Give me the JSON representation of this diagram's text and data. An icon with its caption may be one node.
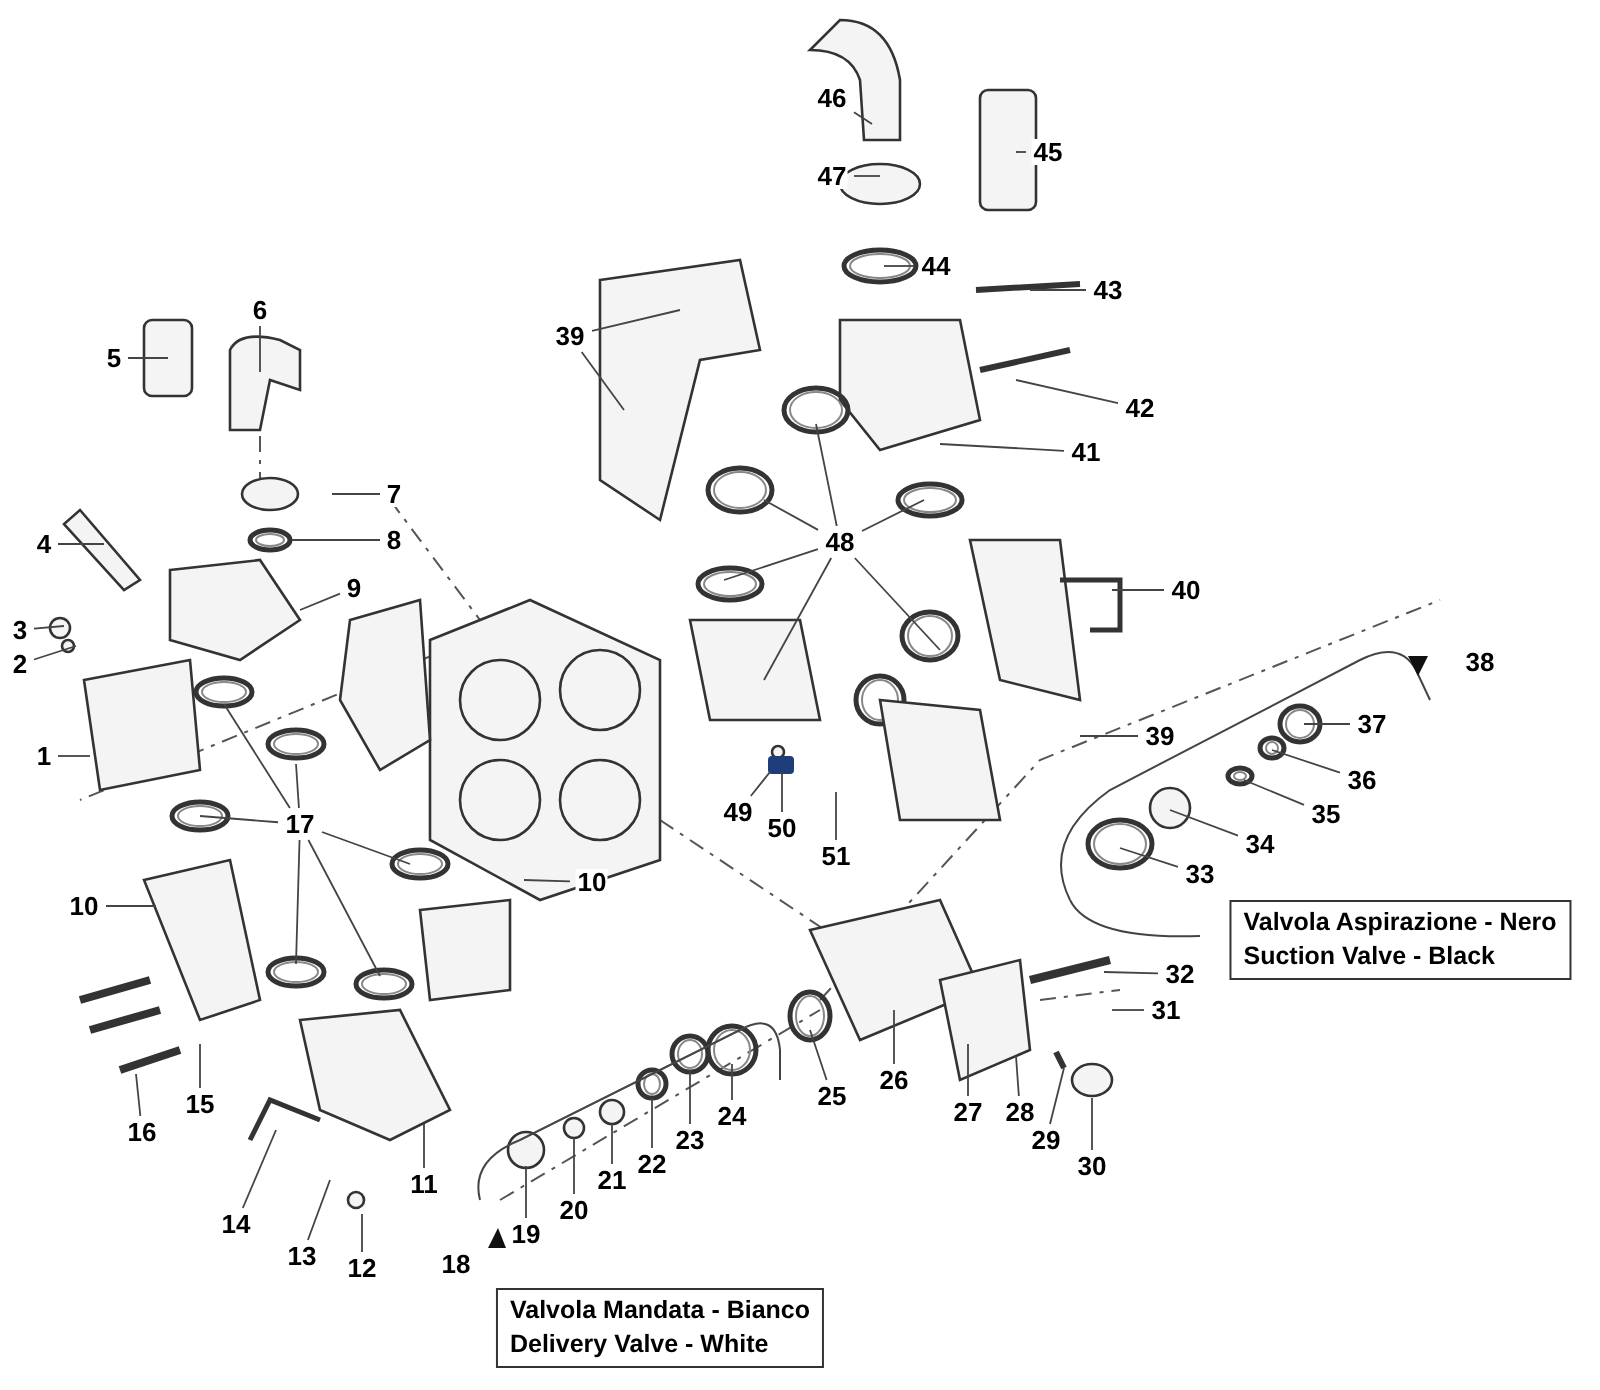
{
  "diagram": {
    "nodes": [
      {
        "text": [
          "1"
        ]
      },
      {
        "text": [
          "2"
        ]
      },
      {
        "text": [
          "3"
        ]
      },
      {
        "text": [
          "4"
        ]
      },
      {
        "text": [
          "5"
        ]
      },
      {
        "text": [
          "6"
        ]
      },
      {
        "text": [
          "7"
        ]
      },
      {
        "text": [
          "8"
        ]
      },
      {
        "text": [
          "9"
        ]
      },
      {
        "text": [
          "10"
        ]
      },
      {
        "text": [
          "10"
        ]
      },
      {
        "text": [
          "11"
        ]
      },
      {
        "text": [
          "12"
        ]
      },
      {
        "text": [
          "13"
        ]
      },
      {
        "text": [
          "14"
        ]
      },
      {
        "text": [
          "15"
        ]
      },
      {
        "text": [
          "16"
        ]
      },
      {
        "text": [
          "17"
        ]
      },
      {
        "text": [
          "18"
        ]
      },
      {
        "text": [
          "19"
        ]
      },
      {
        "text": [
          "20"
        ]
      },
      {
        "text": [
          "21"
        ]
      },
      {
        "text": [
          "22"
        ]
      },
      {
        "text": [
          "23"
        ]
      },
      {
        "text": [
          "24"
        ]
      },
      {
        "text": [
          "25"
        ]
      },
      {
        "text": [
          "26"
        ]
      },
      {
        "text": [
          "27"
        ]
      },
      {
        "text": [
          "28"
        ]
      },
      {
        "text": [
          "29"
        ]
      },
      {
        "text": [
          "30"
        ]
      },
      {
        "text": [
          "31"
        ]
      },
      {
        "text": [
          "32"
        ]
      },
      {
        "text": [
          "33"
        ]
      },
      {
        "text": [
          "34"
        ]
      },
      {
        "text": [
          "35"
        ]
      },
      {
        "text": [
          "36"
        ]
      },
      {
        "text": [
          "37"
        ]
      },
      {
        "text": [
          "38"
        ]
      },
      {
        "text": [
          "39"
        ]
      },
      {
        "text": [
          "39"
        ]
      },
      {
        "text": [
          "40"
        ]
      },
      {
        "text": [
          "41"
        ]
      },
      {
        "text": [
          "42"
        ]
      },
      {
        "text": [
          "43"
        ]
      },
      {
        "text": [
          "44"
        ]
      },
      {
        "text": [
          "45"
        ]
      },
      {
        "text": [
          "46"
        ]
      },
      {
        "text": [
          "47"
        ]
      },
      {
        "text": [
          "48"
        ]
      },
      {
        "text": [
          "49"
        ]
      },
      {
        "text": [
          "50"
        ]
      },
      {
        "text": [
          "51"
        ]
      },
      {
        "text": [
          "Valvola Aspirazione - Nero",
          "Suction Valve - Black"
        ]
      },
      {
        "text": [
          "Valvola Mandata - Bianco",
          "Delivery Valve - White"
        ]
      }
    ],
    "edges": [
      {
        "from": 0,
        "to": null,
        "arrow": "none"
      },
      {
        "from": 1,
        "to": null,
        "arrow": "none"
      },
      {
        "from": 2,
        "to": null,
        "arrow": "none"
      },
      {
        "from": 3,
        "to": null,
        "arrow": "none"
      },
      {
        "from": 4,
        "to": null,
        "arrow": "none"
      },
      {
        "from": 5,
        "to": null,
        "arrow": "none"
      },
      {
        "from": 6,
        "to": null,
        "arrow": "none"
      },
      {
        "from": 7,
        "to": null,
        "arrow": "none"
      },
      {
        "from": 8,
        "to": null,
        "arrow": "none"
      },
      {
        "from": 9,
        "to": null,
        "arrow": "none"
      },
      {
        "from": 10,
        "to": null,
        "arrow": "none"
      },
      {
        "from": 11,
        "to": null,
        "arrow": "none"
      },
      {
        "from": 12,
        "to": null,
        "arrow": "none"
      },
      {
        "from": 13,
        "to": null,
        "arrow": "none"
      },
      {
        "from": 14,
        "to": null,
        "arrow": "none"
      },
      {
        "from": 15,
        "to": null,
        "arrow": "none"
      },
      {
        "from": 16,
        "to": null,
        "arrow": "none"
      },
      {
        "from": 17,
        "to": null,
        "arrow": "none"
      },
      {
        "from": 17,
        "to": null,
        "arrow": "none"
      },
      {
        "from": 17,
        "to": null,
        "arrow": "none"
      },
      {
        "from": 17,
        "to": null,
        "arrow": "none"
      },
      {
        "from": 17,
        "to": null,
        "arrow": "none"
      },
      {
        "from": 17,
        "to": null,
        "arrow": "none"
      },
      {
        "from": 19,
        "to": null,
        "arrow": "none"
      },
      {
        "from": 20,
        "to": null,
        "arrow": "none"
      },
      {
        "from": 21,
        "to": null,
        "arrow": "none"
      },
      {
        "from": 22,
        "to": null,
        "arrow": "none"
      },
      {
        "from": 23,
        "to": null,
        "arrow": "none"
      },
      {
        "from": 24,
        "to": null,
        "arrow": "none"
      },
      {
        "from": 25,
        "to": null,
        "arrow": "none"
      },
      {
        "from": 26,
        "to": null,
        "arrow": "none"
      },
      {
        "from": 27,
        "to": null,
        "arrow": "none"
      },
      {
        "from": 28,
        "to": null,
        "arrow": "none"
      },
      {
        "from": 29,
        "to": null,
        "arrow": "none"
      },
      {
        "from": 30,
        "to": null,
        "arrow": "none"
      },
      {
        "from": 31,
        "to": null,
        "arrow": "none"
      },
      {
        "from": 32,
        "to": null,
        "arrow": "none"
      },
      {
        "from": 33,
        "to": null,
        "arrow": "none"
      },
      {
        "from": 34,
        "to": null,
        "arrow": "none"
      },
      {
        "from": 35,
        "to": null,
        "arrow": "none"
      },
      {
        "from": 36,
        "to": null,
        "arrow": "none"
      },
      {
        "from": 37,
        "to": null,
        "arrow": "none"
      },
      {
        "from": 39,
        "to": null,
        "arrow": "none"
      },
      {
        "from": 39,
        "to": null,
        "arrow": "none"
      },
      {
        "from": 40,
        "to": null,
        "arrow": "none"
      },
      {
        "from": 41,
        "to": null,
        "arrow": "none"
      },
      {
        "from": 42,
        "to": null,
        "arrow": "none"
      },
      {
        "from": 43,
        "to": null,
        "arrow": "none"
      },
      {
        "from": 44,
        "to": null,
        "arrow": "none"
      },
      {
        "from": 45,
        "to": null,
        "arrow": "none"
      },
      {
        "from": 46,
        "to": null,
        "arrow": "none"
      },
      {
        "from": 47,
        "to": null,
        "arrow": "none"
      },
      {
        "from": 48,
        "to": null,
        "arrow": "none"
      },
      {
        "from": 49,
        "to": null,
        "arrow": "none"
      },
      {
        "from": 49,
        "to": null,
        "arrow": "none"
      },
      {
        "from": 49,
        "to": null,
        "arrow": "none"
      },
      {
        "from": 49,
        "to": null,
        "arrow": "none"
      },
      {
        "from": 49,
        "to": null,
        "arrow": "none"
      },
      {
        "from": 49,
        "to": null,
        "arrow": "none"
      },
      {
        "from": 50,
        "to": null,
        "arrow": "none"
      },
      {
        "from": 51,
        "to": null,
        "arrow": "none"
      },
      {
        "from": 52,
        "to": null,
        "arrow": "none"
      }
    ]
  }
}
